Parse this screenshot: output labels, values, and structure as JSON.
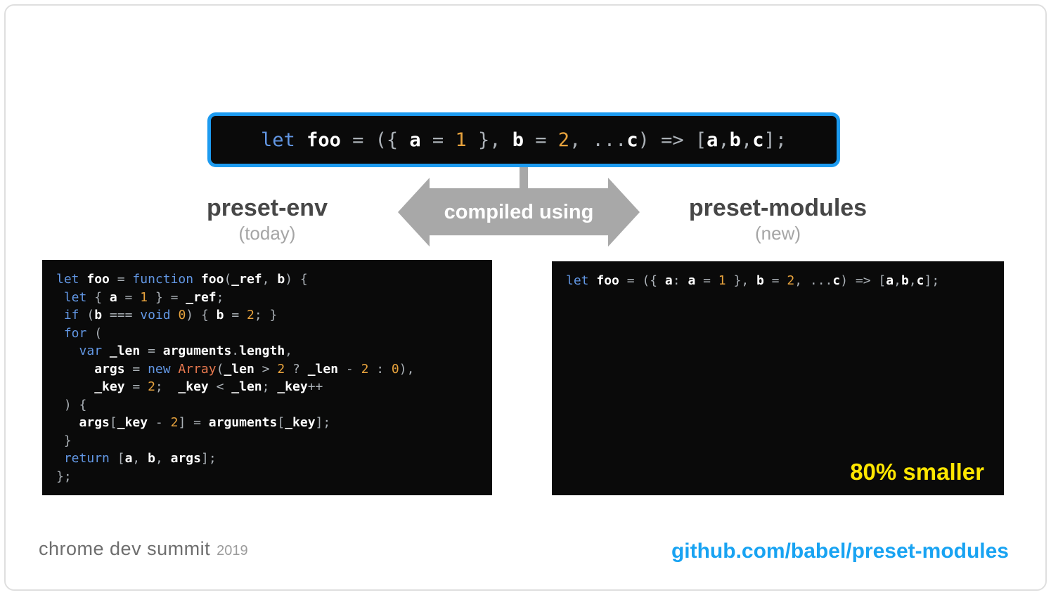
{
  "colors": {
    "accent": "#1d9bf0",
    "kw": "#6297e4",
    "id": "#ffffff",
    "num": "#e8a33d",
    "cls": "#e8784e",
    "pun": "#abb1b7",
    "arrow": "#a8a8a8",
    "title": "#474747",
    "subtitle": "#a5a5a5",
    "panel": "#0a0a0a",
    "badge": "#ffe600",
    "link": "#18a3f2"
  },
  "arrow": {
    "label": "compiled using"
  },
  "source": {
    "code": [
      [
        [
          "kw",
          "let"
        ],
        [
          "pun",
          " "
        ],
        [
          "id",
          "foo"
        ],
        [
          "pun",
          " = ({ "
        ],
        [
          "id",
          "a"
        ],
        [
          "pun",
          " = "
        ],
        [
          "num",
          "1"
        ],
        [
          "pun",
          " }, "
        ],
        [
          "id",
          "b"
        ],
        [
          "pun",
          " = "
        ],
        [
          "num",
          "2"
        ],
        [
          "pun",
          ", ..."
        ],
        [
          "id",
          "c"
        ],
        [
          "pun",
          ") => ["
        ],
        [
          "id",
          "a"
        ],
        [
          "pun",
          ","
        ],
        [
          "id",
          "b"
        ],
        [
          "pun",
          ","
        ],
        [
          "id",
          "c"
        ],
        [
          "pun",
          "];"
        ]
      ]
    ]
  },
  "left": {
    "title": "preset-env",
    "subtitle": "(today)",
    "code": [
      [
        [
          "kw",
          "let"
        ],
        [
          "pun",
          " "
        ],
        [
          "id",
          "foo"
        ],
        [
          "pun",
          " = "
        ],
        [
          "kw",
          "function"
        ],
        [
          "pun",
          " "
        ],
        [
          "id",
          "foo"
        ],
        [
          "pun",
          "("
        ],
        [
          "id",
          "_ref"
        ],
        [
          "pun",
          ", "
        ],
        [
          "id",
          "b"
        ],
        [
          "pun",
          ") {"
        ]
      ],
      [
        [
          "pun",
          " "
        ],
        [
          "kw",
          "let"
        ],
        [
          "pun",
          " { "
        ],
        [
          "id",
          "a"
        ],
        [
          "pun",
          " = "
        ],
        [
          "num",
          "1"
        ],
        [
          "pun",
          " } = "
        ],
        [
          "id",
          "_ref"
        ],
        [
          "pun",
          ";"
        ]
      ],
      [
        [
          "pun",
          " "
        ],
        [
          "kw",
          "if"
        ],
        [
          "pun",
          " ("
        ],
        [
          "id",
          "b"
        ],
        [
          "pun",
          " === "
        ],
        [
          "kw",
          "void"
        ],
        [
          "pun",
          " "
        ],
        [
          "num",
          "0"
        ],
        [
          "pun",
          ") { "
        ],
        [
          "id",
          "b"
        ],
        [
          "pun",
          " = "
        ],
        [
          "num",
          "2"
        ],
        [
          "pun",
          "; }"
        ]
      ],
      [
        [
          "pun",
          " "
        ],
        [
          "kw",
          "for"
        ],
        [
          "pun",
          " ("
        ]
      ],
      [
        [
          "pun",
          "   "
        ],
        [
          "kw",
          "var"
        ],
        [
          "pun",
          " "
        ],
        [
          "id",
          "_len"
        ],
        [
          "pun",
          " = "
        ],
        [
          "id",
          "arguments"
        ],
        [
          "pun",
          "."
        ],
        [
          "id",
          "length"
        ],
        [
          "pun",
          ","
        ]
      ],
      [
        [
          "pun",
          "     "
        ],
        [
          "id",
          "args"
        ],
        [
          "pun",
          " = "
        ],
        [
          "kw",
          "new"
        ],
        [
          "pun",
          " "
        ],
        [
          "cls",
          "Array"
        ],
        [
          "pun",
          "("
        ],
        [
          "id",
          "_len"
        ],
        [
          "pun",
          " > "
        ],
        [
          "num",
          "2"
        ],
        [
          "pun",
          " ? "
        ],
        [
          "id",
          "_len"
        ],
        [
          "pun",
          " - "
        ],
        [
          "num",
          "2"
        ],
        [
          "pun",
          " : "
        ],
        [
          "num",
          "0"
        ],
        [
          "pun",
          "),"
        ]
      ],
      [
        [
          "pun",
          "     "
        ],
        [
          "id",
          "_key"
        ],
        [
          "pun",
          " = "
        ],
        [
          "num",
          "2"
        ],
        [
          "pun",
          ";  "
        ],
        [
          "id",
          "_key"
        ],
        [
          "pun",
          " < "
        ],
        [
          "id",
          "_len"
        ],
        [
          "pun",
          "; "
        ],
        [
          "id",
          "_key"
        ],
        [
          "pun",
          "++"
        ]
      ],
      [
        [
          "pun",
          " ) {"
        ]
      ],
      [
        [
          "pun",
          "   "
        ],
        [
          "id",
          "args"
        ],
        [
          "pun",
          "["
        ],
        [
          "id",
          "_key"
        ],
        [
          "pun",
          " - "
        ],
        [
          "num",
          "2"
        ],
        [
          "pun",
          "] = "
        ],
        [
          "id",
          "arguments"
        ],
        [
          "pun",
          "["
        ],
        [
          "id",
          "_key"
        ],
        [
          "pun",
          "];"
        ]
      ],
      [
        [
          "pun",
          " }"
        ]
      ],
      [
        [
          "pun",
          " "
        ],
        [
          "kw",
          "return"
        ],
        [
          "pun",
          " ["
        ],
        [
          "id",
          "a"
        ],
        [
          "pun",
          ", "
        ],
        [
          "id",
          "b"
        ],
        [
          "pun",
          ", "
        ],
        [
          "id",
          "args"
        ],
        [
          "pun",
          "];"
        ]
      ],
      [
        [
          "pun",
          "};"
        ]
      ]
    ]
  },
  "right": {
    "title": "preset-modules",
    "subtitle": "(new)",
    "badge": "80% smaller",
    "code": [
      [
        [
          "kw",
          "let"
        ],
        [
          "pun",
          " "
        ],
        [
          "id",
          "foo"
        ],
        [
          "pun",
          " = ({ "
        ],
        [
          "id",
          "a"
        ],
        [
          "pun",
          ": "
        ],
        [
          "id",
          "a"
        ],
        [
          "pun",
          " = "
        ],
        [
          "num",
          "1"
        ],
        [
          "pun",
          " }, "
        ],
        [
          "id",
          "b"
        ],
        [
          "pun",
          " = "
        ],
        [
          "num",
          "2"
        ],
        [
          "pun",
          ", ..."
        ],
        [
          "id",
          "c"
        ],
        [
          "pun",
          ") => ["
        ],
        [
          "id",
          "a"
        ],
        [
          "pun",
          ","
        ],
        [
          "id",
          "b"
        ],
        [
          "pun",
          ","
        ],
        [
          "id",
          "c"
        ],
        [
          "pun",
          "];"
        ]
      ]
    ]
  },
  "footer": {
    "brand": "chrome dev summit",
    "year": "2019",
    "link": "github.com/babel/preset-modules"
  }
}
